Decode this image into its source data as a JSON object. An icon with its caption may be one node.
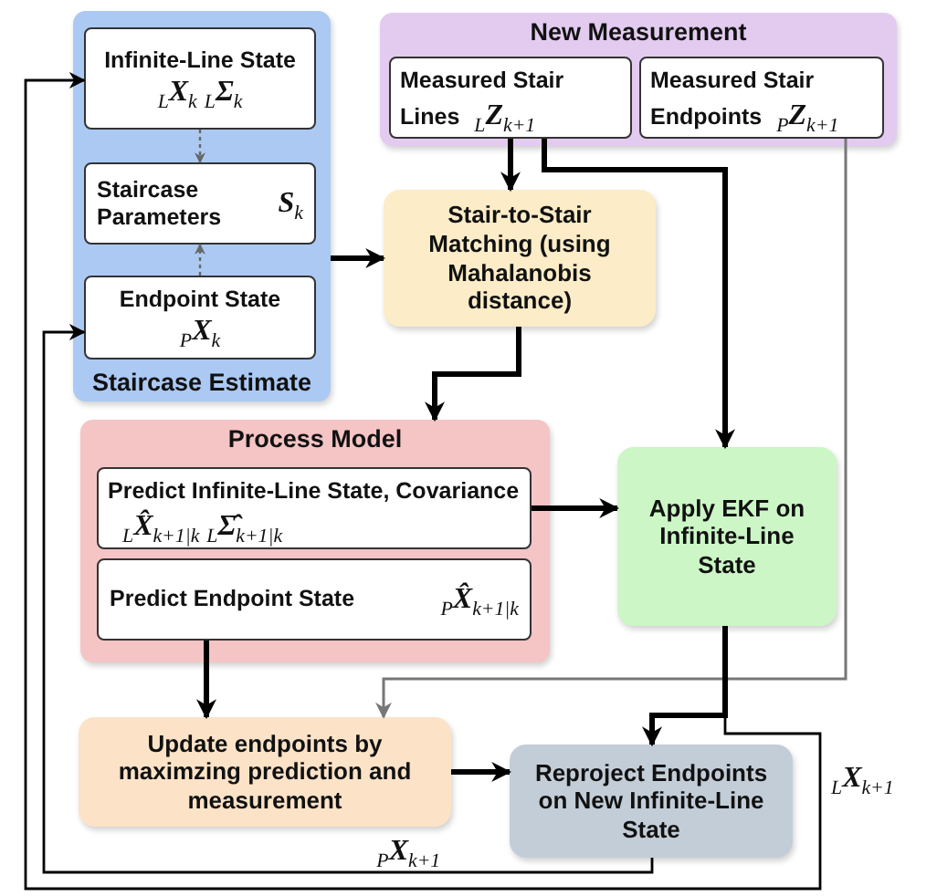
{
  "diagram": {
    "nodes": [
      {
        "text": [
          "Staircase Estimate"
        ]
      },
      {
        "text": [
          "Infinite-Line State",
          "$_{L}$**X**$_{k}$ $_{L}$**Σ**$_{k}$"
        ],
        "in": 0
      },
      {
        "text": [
          "Staircase Parameters",
          "**S**$_{k}$"
        ],
        "in": 0
      },
      {
        "text": [
          "Endpoint State",
          "$_{P}$**X**$_{k}$"
        ],
        "in": 0
      },
      {
        "text": [
          "New Measurement"
        ]
      },
      {
        "text": [
          "Measured Stair Lines",
          "$_{L}$**Z**$_{k+1}$"
        ],
        "in": 4
      },
      {
        "text": [
          "Measured Stair Endpoints",
          "$_{P}$**Z**$_{k+1}$"
        ],
        "in": 4
      },
      {
        "text": [
          "Stair-to-Stair Matching (using Mahalanobis distance)"
        ]
      },
      {
        "text": [
          "Process Model"
        ]
      },
      {
        "text": [
          "Predict Infinite-Line State, Covariance",
          "$_{L}$**X̂**$_{k+1|k}$ $_{L}$**Σ̂**$_{k+1|k}$"
        ],
        "in": 8
      },
      {
        "text": [
          "Predict Endpoint State",
          "$_{P}$**X̂**$_{k+1|k}$"
        ],
        "in": 8
      },
      {
        "text": [
          "Apply EKF on Infinite-Line State"
        ]
      },
      {
        "text": [
          "Update endpoints by maximzing prediction and measurement"
        ]
      },
      {
        "text": [
          "Reproject Endpoints on New Infinite-Line State"
        ]
      }
    ],
    "edges": [
      {
        "from": 1,
        "to": 2,
        "arrow": "to",
        "style": "dashed",
        "color": "#666666"
      },
      {
        "from": 3,
        "to": 2,
        "arrow": "to",
        "style": "dashed",
        "color": "#666666"
      },
      {
        "from": 0,
        "to": 7,
        "arrow": "to"
      },
      {
        "from": 5,
        "to": 7,
        "arrow": "to"
      },
      {
        "from": 5,
        "to": 11,
        "arrow": "to"
      },
      {
        "from": 7,
        "to": 8,
        "arrow": "to"
      },
      {
        "from": 9,
        "to": 11,
        "arrow": "to"
      },
      {
        "from": 10,
        "to": 12,
        "arrow": "to"
      },
      {
        "from": 6,
        "to": 12,
        "arrow": "to",
        "color": "#777777"
      },
      {
        "from": 11,
        "to": 13,
        "arrow": "to"
      },
      {
        "from": 11,
        "to": 1,
        "arrow": "to",
        "label": "$_{L}$**X**$_{k+1}$"
      },
      {
        "from": 12,
        "to": 13,
        "arrow": "to"
      },
      {
        "from": 13,
        "to": 3,
        "arrow": "to",
        "label": "$_{P}$**X**$_{k+1}$"
      }
    ]
  }
}
